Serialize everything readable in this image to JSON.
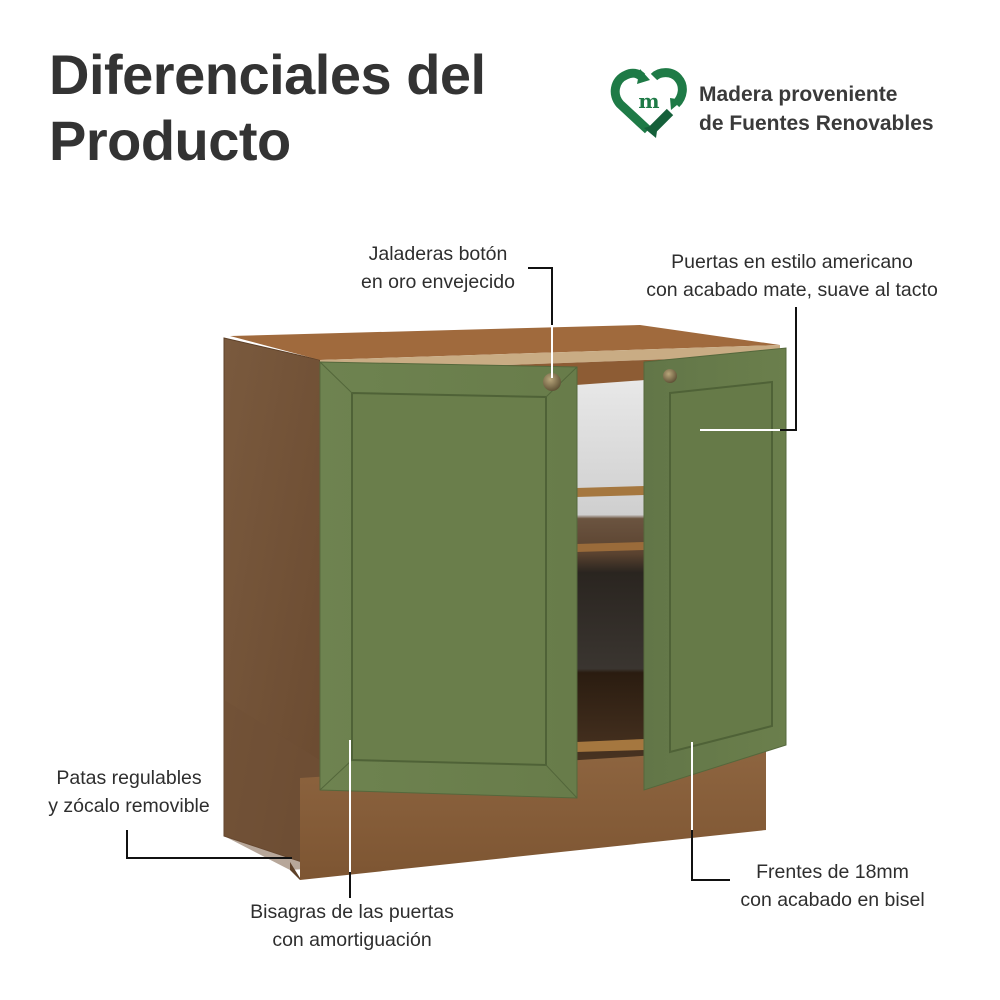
{
  "title": {
    "line1": "Diferenciales del",
    "line2": "Producto"
  },
  "badge": {
    "icon": "recycle-heart-m-icon",
    "icon_letter": "m",
    "line1": "Madera proveniente",
    "line2": "de Fuentes Renovables",
    "color": "#1e7a46"
  },
  "product": {
    "type": "cabinet-image",
    "door_color": "#6b7f4a",
    "wood_color": "#8b5e35"
  },
  "callouts": [
    {
      "id": "knobs",
      "line1": "Jaladeras botón",
      "line2": "en oro envejecido"
    },
    {
      "id": "doors",
      "line1": "Puertas en estilo americano",
      "line2": "con acabado mate, suave al tacto"
    },
    {
      "id": "legs",
      "line1": "Patas regulables",
      "line2": "y zócalo removible"
    },
    {
      "id": "hinges",
      "line1": "Bisagras de las puertas",
      "line2": "con amortiguación"
    },
    {
      "id": "fronts",
      "line1": "Frentes de 18mm",
      "line2": "con acabado en bisel"
    }
  ]
}
